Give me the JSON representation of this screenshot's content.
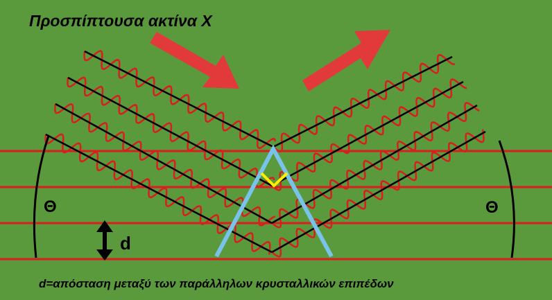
{
  "title": "Προσπίπτουσα ακτίνα X",
  "theta_left": "Θ",
  "theta_right": "Θ",
  "spacing_label": "d",
  "caption": "d=απόσταση μεταξύ των παράλληλων κρυσταλλικών επιπέδων",
  "colors": {
    "background": "#5b9a3c",
    "crystal_planes": "#d81e1e",
    "wave": "#d81e1e",
    "ray": "#000000",
    "arrow": "#e23a3a",
    "triangle": "#79c3ea",
    "path_difference": "#ffee00"
  }
}
